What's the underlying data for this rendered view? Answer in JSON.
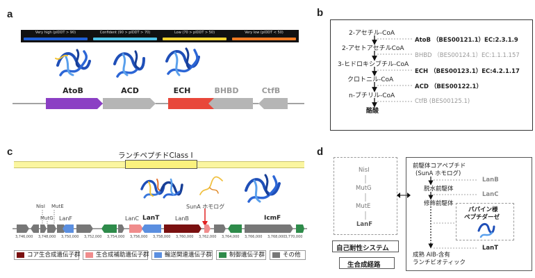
{
  "panels": {
    "a": "a",
    "b": "b",
    "c": "c",
    "d": "d"
  },
  "plddt": {
    "segments": [
      {
        "label": "Very high (plDDT > 90)",
        "color": "#1f5fd6"
      },
      {
        "label": "Confident (90 > plDDT > 70)",
        "color": "#4fc3e8"
      },
      {
        "label": "Low (70 > plDDT > 50)",
        "color": "#f6d330"
      },
      {
        "label": "Very low (plDDT < 50)",
        "color": "#f07a22"
      }
    ]
  },
  "operon_a": {
    "genes": [
      {
        "name": "AtoB",
        "color": "#8b3fc4",
        "grey": false
      },
      {
        "name": "ACD",
        "color": "#b5b5b5",
        "grey": false
      },
      {
        "name": "ECH",
        "color": "#e8473a",
        "grey": false
      },
      {
        "name": "BHBD",
        "color": "#b5b5b5",
        "grey": true
      },
      {
        "name": "CtfB",
        "color": "#b5b5b5",
        "grey": true
      }
    ]
  },
  "pathway": {
    "compounds": [
      "2-アセチル-CoA",
      "2-アセトアセチルCoA",
      "3-ヒドロキシブチル-CoA",
      "クロトニル-CoA",
      "n-ブチリル-CoA",
      "酪酸"
    ],
    "enzymes": [
      {
        "text": "AtoB （BES00121.1）EC:2.3.1.9",
        "grey": false
      },
      {
        "text": "BHBD （BES00124.1）EC:1.1.1.157",
        "grey": true
      },
      {
        "text": "ECH （BES00123.1）EC:4.2.1.17",
        "grey": false
      },
      {
        "text": "ACD （BES00122.1）",
        "grey": false
      },
      {
        "text": "CtfB (BES00125.1)",
        "grey": true
      }
    ]
  },
  "cluster": {
    "title": "ランチペプチドClass I",
    "labels": {
      "nisI": "NisI",
      "mutG": "MutG",
      "mutE": "MutE",
      "lanF": "LanF",
      "lanC": "LanC",
      "lanT": "LanT",
      "lanB": "LanB",
      "sunA": "SunA ホモログ",
      "icmF": "IcmF"
    },
    "ticks": [
      "3,746,000",
      "3,748,000",
      "3,750,000",
      "3,752,000",
      "3,754,000",
      "3,756,000",
      "3,758,000",
      "3,760,000",
      "3,762,000",
      "3,764,000",
      "3,766,000",
      "3,768,000",
      "3,770,000"
    ],
    "legend": [
      {
        "label": "コア生合成遺伝子群",
        "color": "#7a1010"
      },
      {
        "label": "生合成補助遺伝子群",
        "color": "#f08c8c"
      },
      {
        "label": "輸送関連遺伝子群",
        "color": "#5b8fe0"
      },
      {
        "label": "制御遺伝子群",
        "color": "#2e8b4a"
      },
      {
        "label": "その他",
        "color": "#777777"
      }
    ]
  },
  "panel_d": {
    "immunity": [
      "NisI",
      "MutG",
      "MutE",
      "LanF"
    ],
    "immunity_title": "自己耐性システム",
    "biosynth_title": "生合成経路",
    "precursor": "前駆体コアペプチド",
    "precursor_sub": "(SunA ホモログ)",
    "dehydrated": "脱水前駆体",
    "modified": "修飾前駆体",
    "papain1": "パパイン様",
    "papain2": "ペプチダーゼ",
    "mature1": "成熟 AIB-含有",
    "mature2": "ランチビオティック",
    "enzymes": [
      "LanB",
      "LanC",
      "LanT"
    ]
  }
}
